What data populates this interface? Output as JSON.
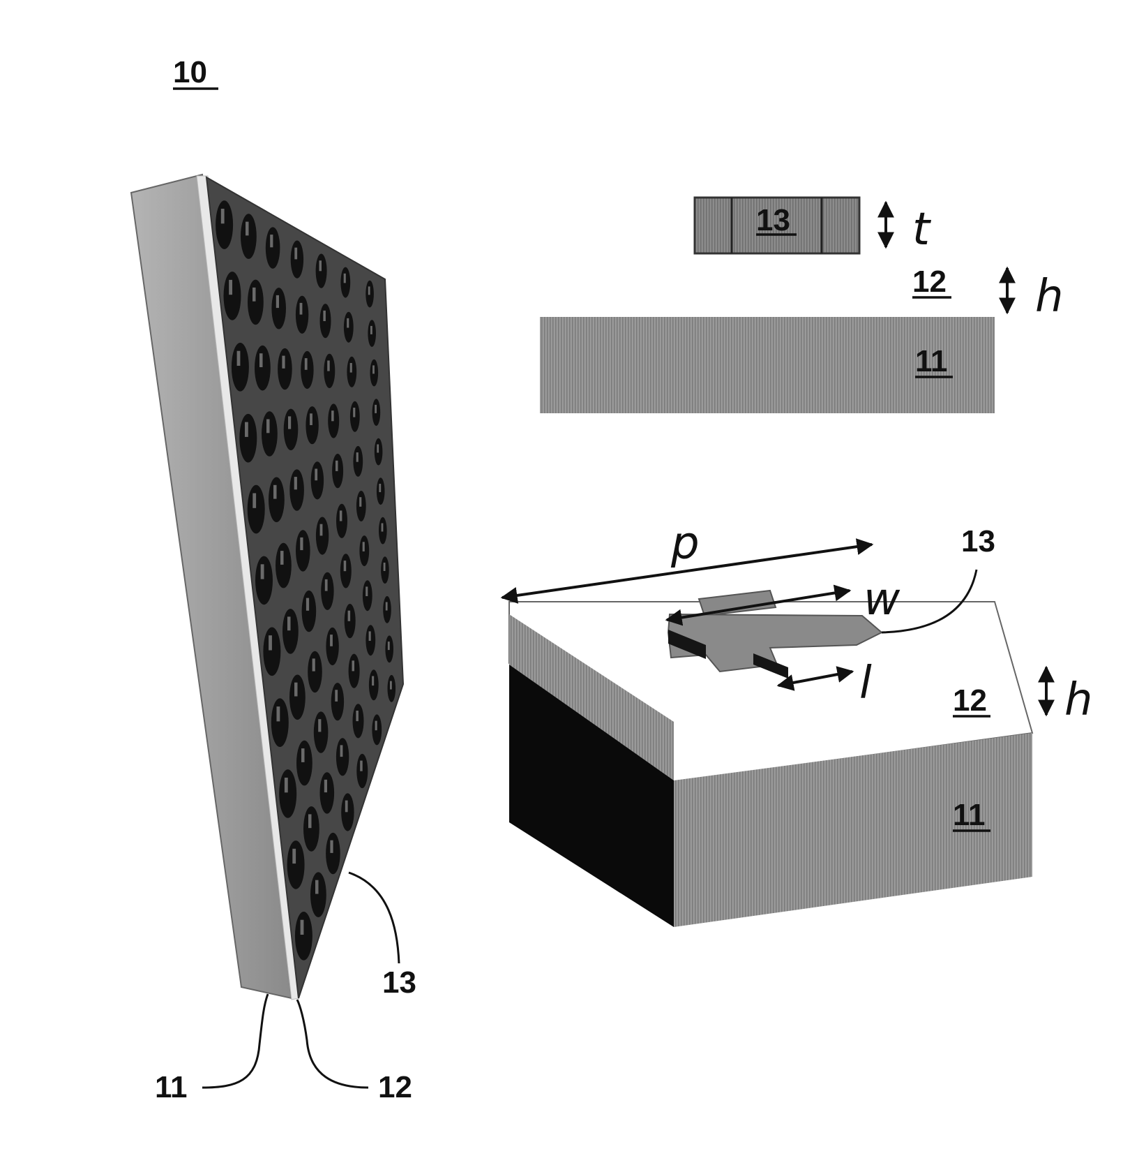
{
  "figure": {
    "device_label": "10",
    "panel_left": {
      "labels": {
        "substrate": "11",
        "dielectric": "12",
        "resonator": "13"
      }
    },
    "cross_section": {
      "labels": {
        "resonator": "13",
        "dielectric": "12",
        "substrate": "11"
      },
      "dims": {
        "thickness": "t",
        "height": "h"
      }
    },
    "unit_cell": {
      "labels": {
        "resonator": "13",
        "dielectric": "12",
        "substrate": "11"
      },
      "dims": {
        "period": "p",
        "width": "w",
        "length": "l",
        "height": "h"
      }
    }
  },
  "colors": {
    "ink": "#111111",
    "substrate_gray": "#8f8f8f",
    "panel_face": "#4a4a4a",
    "side_dark": "#0a0a0a",
    "dielectric_top": "#ffffff"
  }
}
